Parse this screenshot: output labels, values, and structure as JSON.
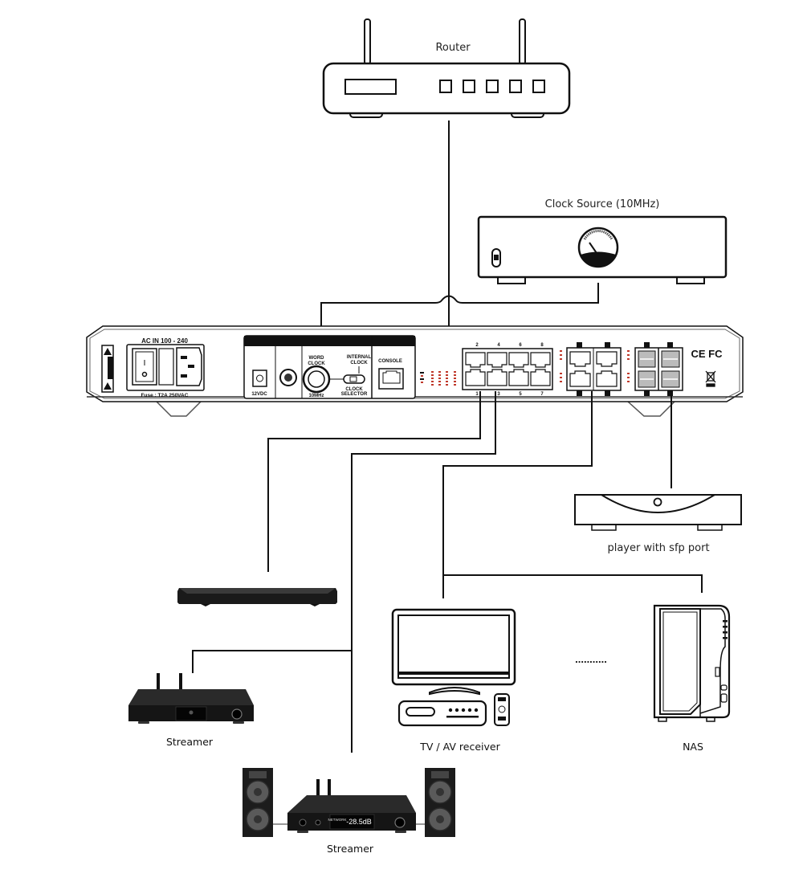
{
  "devices": {
    "router": {
      "label": "Router"
    },
    "clock_source": {
      "label": "Clock Source (10MHz)"
    },
    "player_sfp": {
      "label": "player with sfp port"
    },
    "tv_av": {
      "label": "TV / AV receiver"
    },
    "nas": {
      "label": "NAS"
    },
    "streamer_1": {
      "label": "Streamer"
    },
    "streamer_2": {
      "label": "Streamer",
      "display_text": "-28.5dB",
      "display_source": "NETWORK"
    },
    "ellipsis": "..........."
  },
  "switch_panel": {
    "ac_in": "AC IN  100 - 240",
    "fuse": "Fuse : T2A 250VAC",
    "dc_label": "12VDC",
    "word_clock": [
      "WORD",
      "CLOCK"
    ],
    "bnc_freq": "10MHz",
    "internal_clock": [
      "INTERNAL",
      "CLOCK"
    ],
    "clock_selector": [
      "CLOCK",
      "SELECTOR"
    ],
    "console": "CONSOLE",
    "port_numbers_top": [
      "2",
      "4",
      "6",
      "8"
    ],
    "port_numbers_bottom": [
      "1",
      "3",
      "5",
      "7"
    ],
    "certifications": "CE FC"
  }
}
